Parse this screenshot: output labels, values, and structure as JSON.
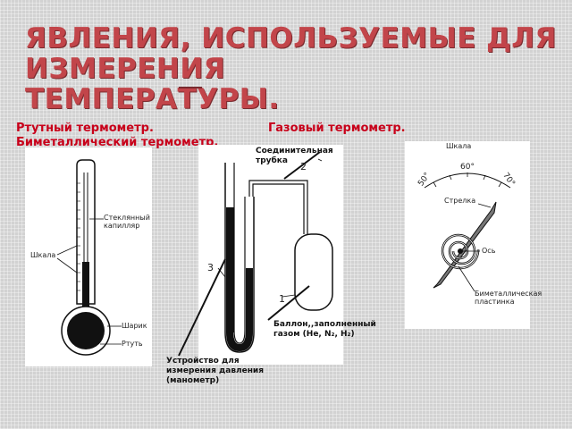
{
  "slide": {
    "title_line1": "ЯВЛЕНИЯ, ИСПОЛЬЗУЕМЫЕ ДЛЯ ИЗМЕРЕНИЯ",
    "title_line2": "ТЕМПЕРАТУРЫ."
  },
  "captions": {
    "mercury": "Ртутный термометр.",
    "gas": "Газовый  термометр.",
    "bimetal": "Биметаллический термометр."
  },
  "mercury_figure": {
    "capillary": "Стеклянный капилляр",
    "scale": "Шкала",
    "bulb": "Шарик",
    "mercury": "Ртуть"
  },
  "gas_figure": {
    "tube": "Соединительная трубка",
    "tube_number": "2",
    "manometer_number": "3",
    "balloon_number": "1",
    "balloon": "Баллон,,заполненный газом (He, N₂, H₂)",
    "device": "Устройство для измерения давления  (манометр)"
  },
  "bimetal_figure": {
    "scale": "Шкала",
    "tick_60": "60°",
    "tick_50": "50°",
    "tick_70": "70°",
    "arrow": "Стрелка",
    "axis": "Ось",
    "plate": "Биметаллическая пластинка"
  },
  "colors": {
    "title": "#c2454a",
    "caption": "#c8001a"
  }
}
